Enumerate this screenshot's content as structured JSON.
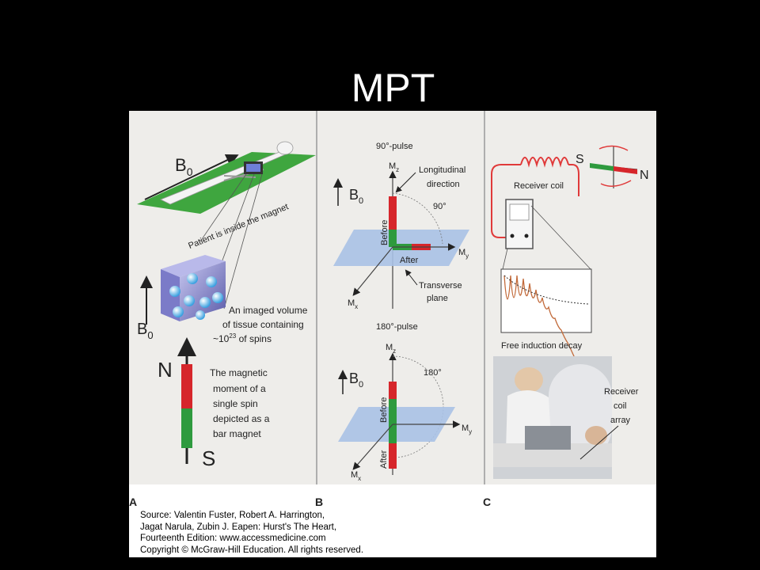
{
  "slide": {
    "title": "MPT"
  },
  "panel_a": {
    "letter": "A",
    "b0": "B",
    "b0_sub": "0",
    "patient_label": "Patient is inside the magnet",
    "volume_label": [
      "An imaged volume",
      "of tissue containing",
      "~10",
      "23",
      " of spins"
    ],
    "north": "N",
    "south": "S",
    "moment_label": [
      "The magnetic",
      "moment of a",
      "single spin",
      "depicted as a",
      "bar magnet"
    ]
  },
  "panel_b": {
    "letter": "B",
    "pulse90": "90°-pulse",
    "pulse180": "180°-pulse",
    "mz": "M",
    "mz_sub": "z",
    "my": "M",
    "my_sub": "y",
    "mx": "M",
    "mx_sub": "x",
    "b0": "B",
    "b0_sub": "0",
    "longitudinal": [
      "Longitudinal",
      "direction"
    ],
    "angle90": "90°",
    "angle180": "180°",
    "before": "Before",
    "after": "After",
    "transverse": [
      "Transverse",
      "plane"
    ]
  },
  "panel_c": {
    "letter": "C",
    "south": "S",
    "north": "N",
    "receiver_coil": "Receiver coil",
    "fid": "Free induction decay",
    "receiver_array": [
      "Receiver",
      "coil",
      "array"
    ]
  },
  "source": [
    "Source: Valentin Fuster, Robert A. Harrington,",
    "Jagat Narula, Zubin J. Eapen: Hurst's The Heart,",
    "Fourteenth Edition: www.accessmedicine.com",
    "Copyright © McGraw-Hill Education. All rights reserved."
  ],
  "colors": {
    "panel_bg": "#eeedea",
    "red": "#d6262b",
    "green": "#2e9a3e",
    "plane_blue": "#a8c1e6",
    "mat_green": "#3fa63f",
    "coil_red": "#e03a3a"
  }
}
